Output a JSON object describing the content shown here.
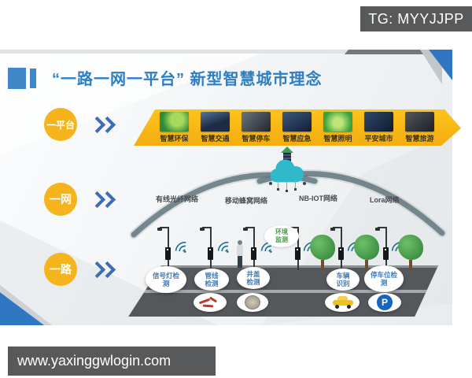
{
  "watermarks": {
    "telegram": "TG: MYYJJPP",
    "website": "www.yaxinggwlogin.com"
  },
  "slide": {
    "title": "“一路一网一平台” 新型智慧城市理念",
    "rows": [
      {
        "badge": "一平台"
      },
      {
        "badge": "一网"
      },
      {
        "badge": "一路"
      }
    ],
    "apps": [
      {
        "label": "智慧环保",
        "icon": "green-earth-icon"
      },
      {
        "label": "智慧交通",
        "icon": "highway-icon"
      },
      {
        "label": "智慧停车",
        "icon": "parked-cars-icon"
      },
      {
        "label": "智慧应急",
        "icon": "emergency-city-icon"
      },
      {
        "label": "智慧照明",
        "icon": "smart-lighting-icon"
      },
      {
        "label": "平安城市",
        "icon": "safe-city-icon"
      },
      {
        "label": "智慧旅游",
        "icon": "tourism-night-icon"
      }
    ],
    "networks": [
      {
        "label": "有线光纤网络"
      },
      {
        "label": "移动蜂窝网络"
      },
      {
        "label": "NB-IOT网络"
      },
      {
        "label": "Lora网络"
      }
    ],
    "env_monitor": "环境监测",
    "sensors": [
      {
        "label": "信号灯检测"
      },
      {
        "label": "管线检测"
      },
      {
        "label": "井盖检测"
      },
      {
        "label": "车辆识别"
      },
      {
        "label": "停车位检测"
      }
    ],
    "parking_letter": "P"
  },
  "colors": {
    "accent_blue": "#2f77c3",
    "title_blue": "#2e7ec2",
    "badge_yellow": "#f6b41c",
    "banner_yellow": "#fcbb18",
    "cloud_teal": "#2fb9cb",
    "road_gray": "#55585b",
    "watermark_bar_gray": "#58595b",
    "tree_green": "#3f9144",
    "env_text_green": "#43a047",
    "sensor_text_blue": "#3d7ab8"
  }
}
